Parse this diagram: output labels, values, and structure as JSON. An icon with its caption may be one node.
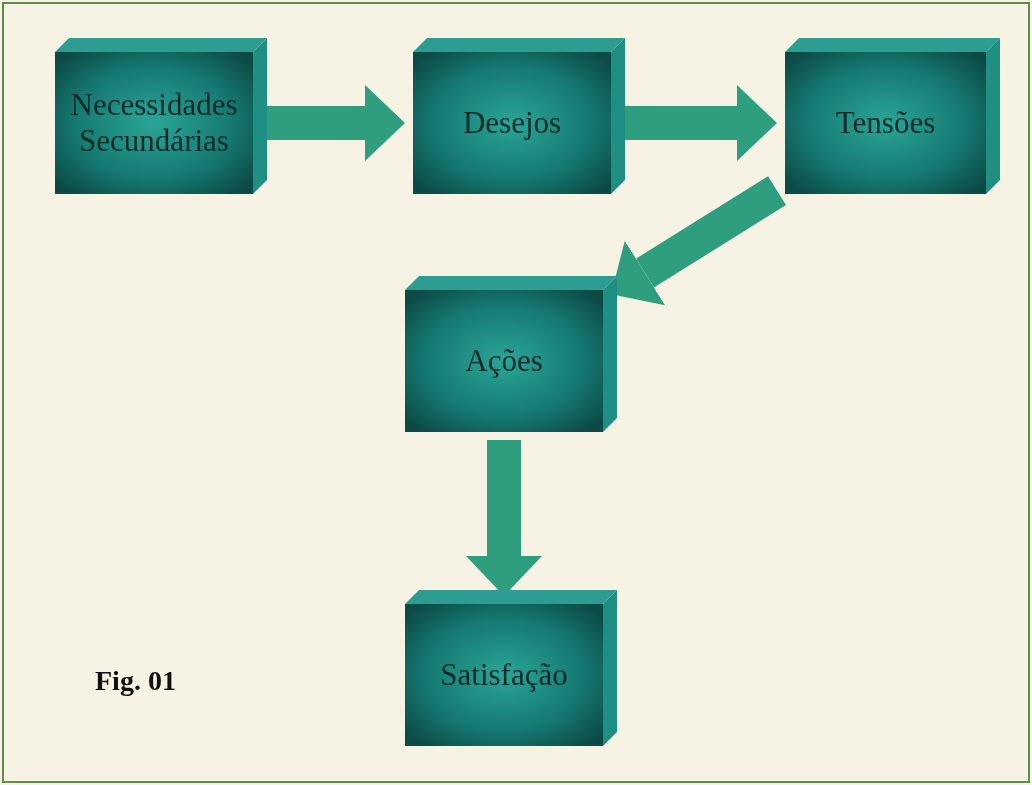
{
  "diagram": {
    "nodes": [
      {
        "text": [
          "Necessidades Secundárias"
        ]
      },
      {
        "text": [
          "Desejos"
        ]
      },
      {
        "text": [
          "Tensões"
        ]
      },
      {
        "text": [
          "Ações"
        ]
      },
      {
        "text": [
          "Satisfação"
        ]
      }
    ],
    "edges": [
      {
        "from": 0,
        "to": 1,
        "arrow": "to"
      },
      {
        "from": 1,
        "to": 2,
        "arrow": "to"
      },
      {
        "from": 2,
        "to": 3,
        "arrow": "to"
      },
      {
        "from": 3,
        "to": 4,
        "arrow": "to"
      }
    ],
    "labels": [
      "Fig. 01"
    ]
  }
}
